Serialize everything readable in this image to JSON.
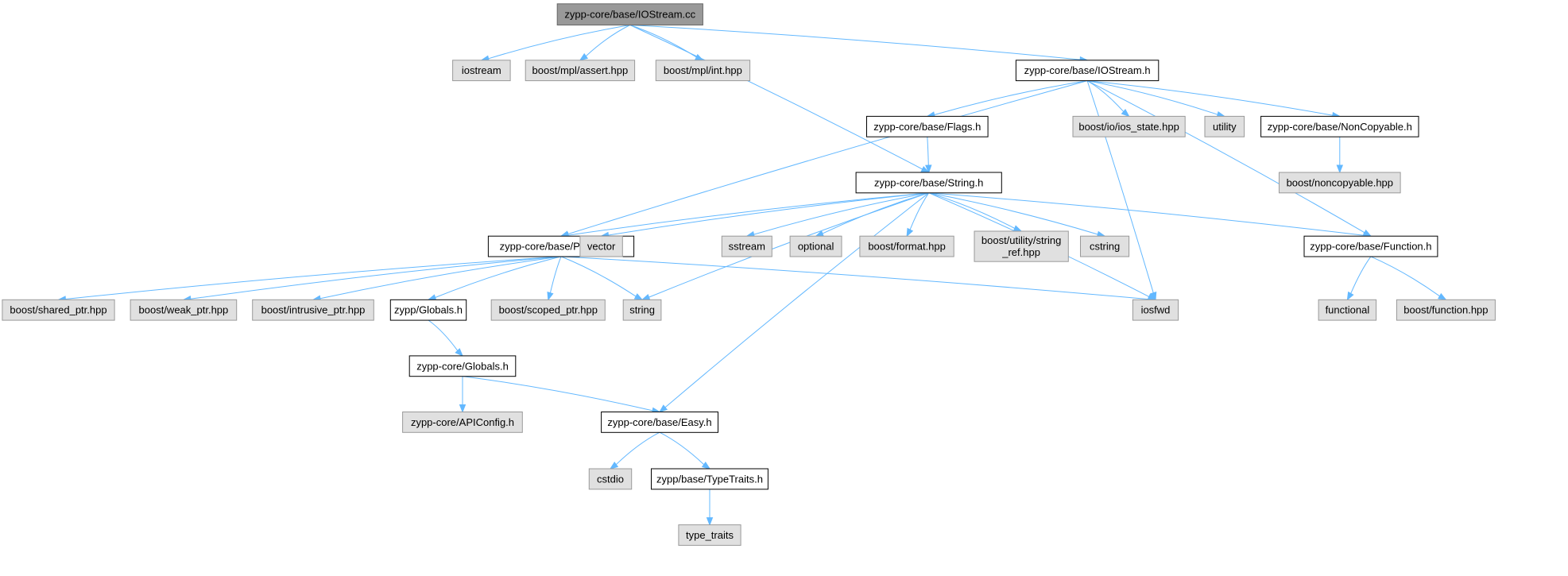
{
  "nodes": {
    "iostream_cc": {
      "label": "zypp-core/base/IOStream.cc",
      "kind": "root",
      "lines": [
        "zypp-core/base/IOStream.cc"
      ]
    },
    "iostream": {
      "label": "iostream",
      "kind": "ext",
      "lines": [
        "iostream"
      ]
    },
    "mpl_assert": {
      "label": "boost/mpl/assert.hpp",
      "kind": "ext",
      "lines": [
        "boost/mpl/assert.hpp"
      ]
    },
    "mpl_int": {
      "label": "boost/mpl/int.hpp",
      "kind": "ext",
      "lines": [
        "boost/mpl/int.hpp"
      ]
    },
    "iostream_h": {
      "label": "zypp-core/base/IOStream.h",
      "kind": "doc",
      "lines": [
        "zypp-core/base/IOStream.h"
      ]
    },
    "flags_h": {
      "label": "zypp-core/base/Flags.h",
      "kind": "doc",
      "lines": [
        "zypp-core/base/Flags.h"
      ]
    },
    "ios_state": {
      "label": "boost/io/ios_state.hpp",
      "kind": "ext",
      "lines": [
        "boost/io/ios_state.hpp"
      ]
    },
    "utility": {
      "label": "utility",
      "kind": "ext",
      "lines": [
        "utility"
      ]
    },
    "noncopyable_h": {
      "label": "zypp-core/base/NonCopyable.h",
      "kind": "doc",
      "lines": [
        "zypp-core/base/NonCopyable.h"
      ]
    },
    "noncopyable_hpp": {
      "label": "boost/noncopyable.hpp",
      "kind": "ext",
      "lines": [
        "boost/noncopyable.hpp"
      ]
    },
    "string_h": {
      "label": "zypp-core/base/String.h",
      "kind": "doc",
      "lines": [
        "zypp-core/base/String.h"
      ]
    },
    "ptrtypes_h": {
      "label": "zypp-core/base/PtrTypes.h",
      "kind": "doc",
      "lines": [
        "zypp-core/base/PtrTypes.h"
      ]
    },
    "vector": {
      "label": "vector",
      "kind": "ext",
      "lines": [
        "vector"
      ]
    },
    "sstream": {
      "label": "sstream",
      "kind": "ext",
      "lines": [
        "sstream"
      ]
    },
    "optional": {
      "label": "optional",
      "kind": "ext",
      "lines": [
        "optional"
      ]
    },
    "format_hpp": {
      "label": "boost/format.hpp",
      "kind": "ext",
      "lines": [
        "boost/format.hpp"
      ]
    },
    "string_ref": {
      "label": "boost/utility/string_ref.hpp",
      "kind": "ext",
      "lines": [
        "boost/utility/string",
        "_ref.hpp"
      ]
    },
    "cstring": {
      "label": "cstring",
      "kind": "ext",
      "lines": [
        "cstring"
      ]
    },
    "function_h": {
      "label": "zypp-core/base/Function.h",
      "kind": "doc",
      "lines": [
        "zypp-core/base/Function.h"
      ]
    },
    "shared_ptr": {
      "label": "boost/shared_ptr.hpp",
      "kind": "ext",
      "lines": [
        "boost/shared_ptr.hpp"
      ]
    },
    "weak_ptr": {
      "label": "boost/weak_ptr.hpp",
      "kind": "ext",
      "lines": [
        "boost/weak_ptr.hpp"
      ]
    },
    "intrusive_ptr": {
      "label": "boost/intrusive_ptr.hpp",
      "kind": "ext",
      "lines": [
        "boost/intrusive_ptr.hpp"
      ]
    },
    "zypp_globals": {
      "label": "zypp/Globals.h",
      "kind": "doc",
      "lines": [
        "zypp/Globals.h"
      ]
    },
    "scoped_ptr": {
      "label": "boost/scoped_ptr.hpp",
      "kind": "ext",
      "lines": [
        "boost/scoped_ptr.hpp"
      ]
    },
    "string": {
      "label": "string",
      "kind": "ext",
      "lines": [
        "string"
      ]
    },
    "iosfwd": {
      "label": "iosfwd",
      "kind": "ext",
      "lines": [
        "iosfwd"
      ]
    },
    "functional": {
      "label": "functional",
      "kind": "ext",
      "lines": [
        "functional"
      ]
    },
    "function_hpp": {
      "label": "boost/function.hpp",
      "kind": "ext",
      "lines": [
        "boost/function.hpp"
      ]
    },
    "core_globals": {
      "label": "zypp-core/Globals.h",
      "kind": "doc",
      "lines": [
        "zypp-core/Globals.h"
      ]
    },
    "apiconfig": {
      "label": "zypp-core/APIConfig.h",
      "kind": "ext",
      "lines": [
        "zypp-core/APIConfig.h"
      ]
    },
    "easy_h": {
      "label": "zypp-core/base/Easy.h",
      "kind": "doc",
      "lines": [
        "zypp-core/base/Easy.h"
      ]
    },
    "cstdio": {
      "label": "cstdio",
      "kind": "ext",
      "lines": [
        "cstdio"
      ]
    },
    "typetraits_h": {
      "label": "zypp/base/TypeTraits.h",
      "kind": "doc",
      "lines": [
        "zypp/base/TypeTraits.h"
      ]
    },
    "type_traits": {
      "label": "type_traits",
      "kind": "ext",
      "lines": [
        "type_traits"
      ]
    }
  },
  "edges": [
    [
      "iostream_cc",
      "iostream"
    ],
    [
      "iostream_cc",
      "mpl_assert"
    ],
    [
      "iostream_cc",
      "mpl_int"
    ],
    [
      "iostream_cc",
      "iostream_h"
    ],
    [
      "iostream_cc",
      "string_h"
    ],
    [
      "iostream_h",
      "ptrtypes_h"
    ],
    [
      "iostream_h",
      "flags_h"
    ],
    [
      "iostream_h",
      "iosfwd"
    ],
    [
      "iostream_h",
      "ios_state"
    ],
    [
      "iostream_h",
      "utility"
    ],
    [
      "iostream_h",
      "noncopyable_h"
    ],
    [
      "iostream_h",
      "function_h"
    ],
    [
      "noncopyable_h",
      "noncopyable_hpp"
    ],
    [
      "flags_h",
      "string_h"
    ],
    [
      "string_h",
      "ptrtypes_h"
    ],
    [
      "string_h",
      "vector"
    ],
    [
      "string_h",
      "string"
    ],
    [
      "string_h",
      "easy_h"
    ],
    [
      "string_h",
      "sstream"
    ],
    [
      "string_h",
      "optional"
    ],
    [
      "string_h",
      "format_hpp"
    ],
    [
      "string_h",
      "string_ref"
    ],
    [
      "string_h",
      "cstring"
    ],
    [
      "string_h",
      "iosfwd"
    ],
    [
      "string_h",
      "function_h"
    ],
    [
      "ptrtypes_h",
      "shared_ptr"
    ],
    [
      "ptrtypes_h",
      "weak_ptr"
    ],
    [
      "ptrtypes_h",
      "intrusive_ptr"
    ],
    [
      "ptrtypes_h",
      "zypp_globals"
    ],
    [
      "ptrtypes_h",
      "scoped_ptr"
    ],
    [
      "ptrtypes_h",
      "string"
    ],
    [
      "ptrtypes_h",
      "iosfwd"
    ],
    [
      "function_h",
      "functional"
    ],
    [
      "function_h",
      "function_hpp"
    ],
    [
      "zypp_globals",
      "core_globals"
    ],
    [
      "core_globals",
      "apiconfig"
    ],
    [
      "core_globals",
      "easy_h"
    ],
    [
      "easy_h",
      "cstdio"
    ],
    [
      "easy_h",
      "typetraits_h"
    ],
    [
      "typetraits_h",
      "type_traits"
    ]
  ]
}
